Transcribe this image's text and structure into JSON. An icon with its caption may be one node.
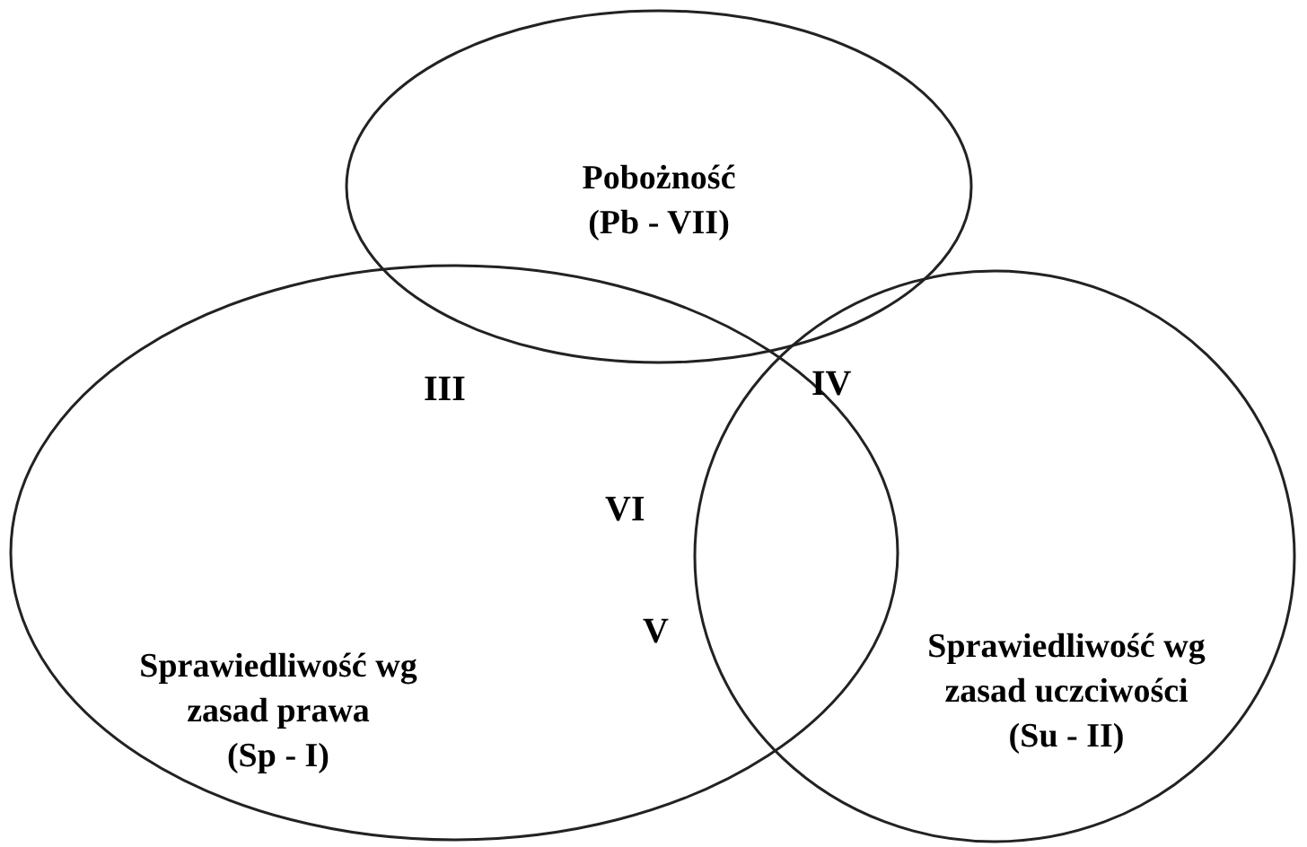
{
  "diagram": {
    "nodes": [
      {
        "text": [
          "Pobożność",
          "(Pb - VII)"
        ]
      },
      {
        "text": [
          "Sprawiedliwość wg zasad prawa",
          "(Sp - I)"
        ]
      },
      {
        "text": [
          "Sprawiedliwość wg zasad uczciwości",
          "(Su - II)"
        ]
      }
    ],
    "labels": [
      "III",
      "IV",
      "VI",
      "V"
    ]
  }
}
